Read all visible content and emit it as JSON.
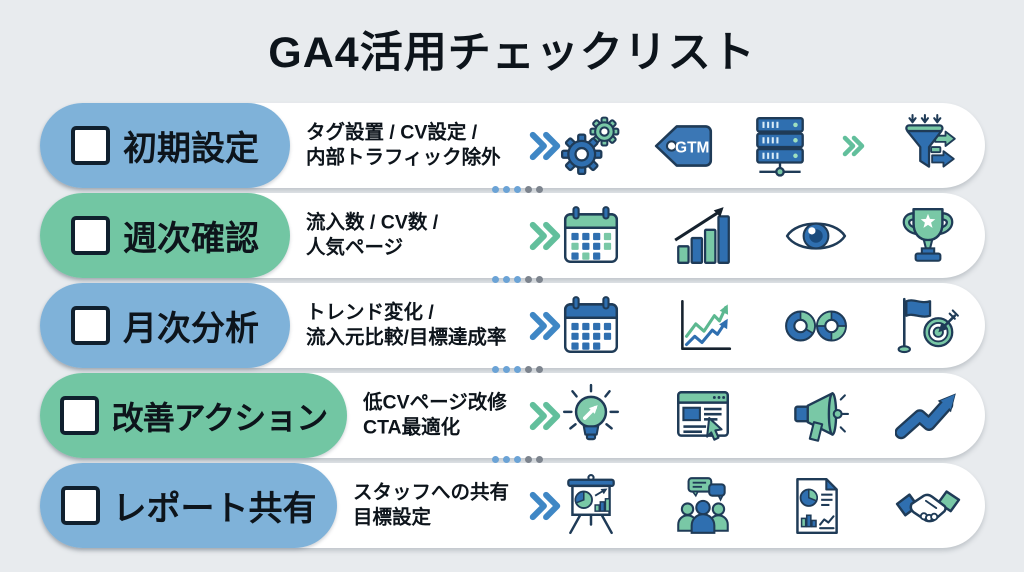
{
  "title": "GA4活用チェックリスト",
  "colors": {
    "background": "#e8ebee",
    "row_background": "#ffffff",
    "pill_blue": "#7fb2d9",
    "pill_green": "#72c6a3",
    "chevron_blue": "#3f87c5",
    "chevron_green": "#62bf9c",
    "icon_blue": "#2f6fb0",
    "icon_green": "#79c8a6",
    "icon_outline": "#1f3b57",
    "separator_dot_blue": "#6ba3d6",
    "separator_dot_gray": "#7d848e",
    "text": "#0d141b"
  },
  "rows": [
    {
      "label": "初期設定",
      "checked": false,
      "theme": "blue",
      "desc_line1": "タグ設置 / CV設定 /",
      "desc_line2": "内部トラフィック除外",
      "gtm_text": "GTM",
      "icons": [
        "gears-icon",
        "gtm-tag-icon",
        "server-icon",
        "funnel-arrows-icon"
      ]
    },
    {
      "label": "週次確認",
      "checked": false,
      "theme": "green",
      "desc_line1": "流入数 / CV数 /",
      "desc_line2": "人気ページ",
      "icons": [
        "calendar-icon",
        "bar-chart-growth-icon",
        "eye-icon",
        "trophy-icon"
      ]
    },
    {
      "label": "月次分析",
      "checked": false,
      "theme": "blue",
      "desc_line1": "トレンド変化 /",
      "desc_line2": "流入元比較/目標達成率",
      "icons": [
        "calendar-icon",
        "line-chart-icon",
        "donut-charts-icon",
        "flag-target-icon"
      ]
    },
    {
      "label": "改善アクション",
      "checked": false,
      "theme": "green",
      "desc_line1": "低CVページ改修",
      "desc_line2": "CTA最適化",
      "icons": [
        "lightbulb-icon",
        "webpage-cursor-icon",
        "megaphone-icon",
        "trend-arrow-icon"
      ]
    },
    {
      "label": "レポート共有",
      "checked": false,
      "theme": "blue",
      "desc_line1": "スタッフへの共有",
      "desc_line2": "目標設定",
      "icons": [
        "presentation-chart-icon",
        "team-discussion-icon",
        "report-document-icon",
        "handshake-icon"
      ]
    }
  ]
}
